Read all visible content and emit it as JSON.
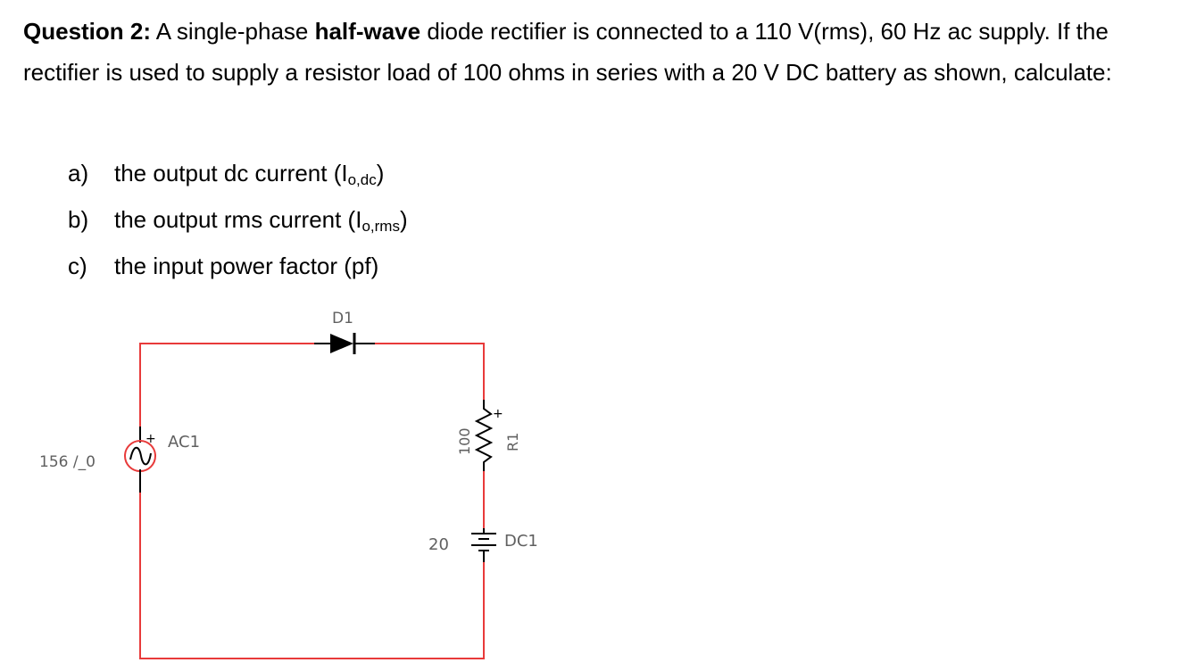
{
  "question": {
    "label": "Question 2:",
    "text_1": " A single-phase ",
    "bold_1": "half-wave",
    "text_2": " diode rectifier is connected to a 110 V(rms), 60 Hz ac supply. If the rectifier is used to supply a resistor load of 100 ohms in series with a 20 V DC battery as shown, calculate:"
  },
  "parts": [
    {
      "label": "a)",
      "text": "the output dc current (I",
      "sub": "o,dc",
      "close": ")"
    },
    {
      "label": "b)",
      "text": "the output rms current (I",
      "sub": "o,rms",
      "close": ")"
    },
    {
      "label": "c)",
      "text": "the input power factor (pf)",
      "sub": "",
      "close": ""
    }
  ],
  "circuit": {
    "diode_label": "D1",
    "source_label": "AC1",
    "source_value": "156 /_0",
    "resistor_value": "100",
    "resistor_label": "R1",
    "battery_value": "20",
    "battery_label": "DC1",
    "plus_sign": "+",
    "wire_color": "#e83a3a",
    "component_color": "#000000",
    "label_color": "#606060"
  }
}
